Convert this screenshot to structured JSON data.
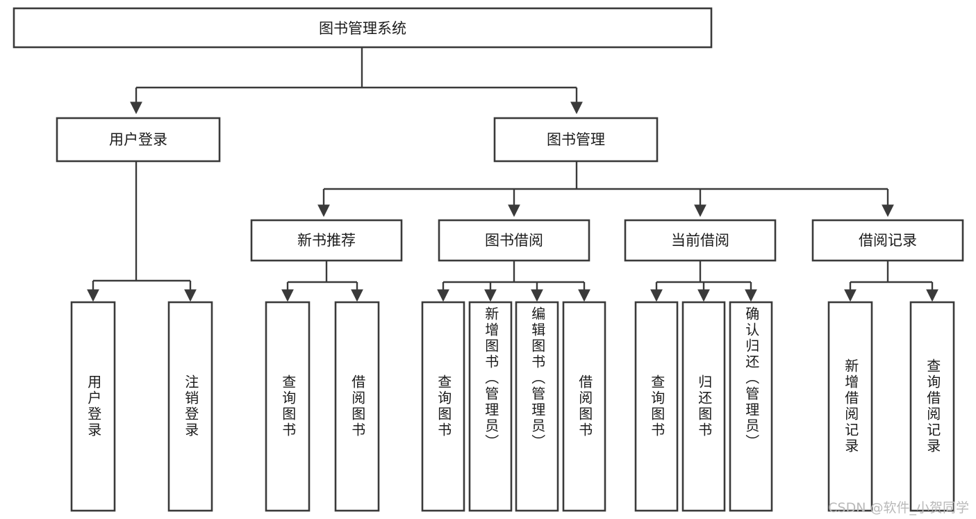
{
  "diagram": {
    "type": "tree",
    "title": "图书管理系统",
    "orientation": "top-down",
    "watermark": "CSDN @软件_小贺同学",
    "colors": {
      "background": "#ffffff",
      "box_stroke": "#3a3a3a",
      "box_fill": "#ffffff",
      "text": "#1b1b1b",
      "watermark": "#b9b9b9"
    },
    "root": {
      "label": "图书管理系统"
    },
    "level2": [
      {
        "label": "用户登录"
      },
      {
        "label": "图书管理"
      }
    ],
    "level3": [
      {
        "label": "新书推荐"
      },
      {
        "label": "图书借阅"
      },
      {
        "label": "当前借阅"
      },
      {
        "label": "借阅记录"
      }
    ],
    "leaves": {
      "user_login": [
        {
          "label": "用户登录"
        },
        {
          "label": "注销登录"
        }
      ],
      "new_book_recommend": [
        {
          "label": "查询图书"
        },
        {
          "label": "借阅图书"
        }
      ],
      "book_borrow": [
        {
          "label": "查询图书"
        },
        {
          "label": "新增图书（管理员）"
        },
        {
          "label": "编辑图书（管理员）"
        },
        {
          "label": "借阅图书"
        }
      ],
      "current_borrow": [
        {
          "label": "查询图书"
        },
        {
          "label": "归还图书"
        },
        {
          "label": "确认归还（管理员）"
        }
      ],
      "borrow_records": [
        {
          "label": "新增借阅记录"
        },
        {
          "label": "查询借阅记录"
        }
      ]
    }
  }
}
